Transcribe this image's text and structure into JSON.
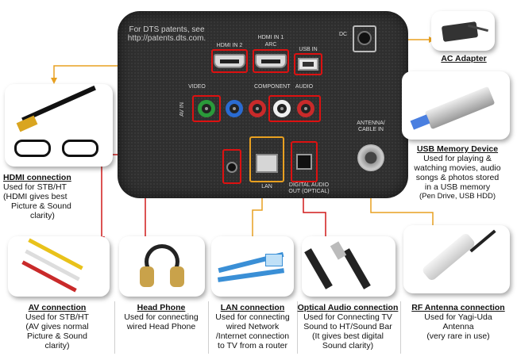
{
  "panel": {
    "dts_text_1": "For DTS patents, see",
    "dts_text_2": "http://patents.dts.com.",
    "hdmi2_label": "HDMI IN 2",
    "hdmi1_label": "HDMI IN 1",
    "hdmi1_sub": "ARC",
    "usb_label": "USB IN",
    "video_label": "VIDEO",
    "audio_label": "AUDIO",
    "component_label": "COMPONENT",
    "av_label": "AV IN",
    "lan_label": "LAN",
    "optical_label": "DIGITAL AUDIO OUT (OPTICAL)",
    "antenna_label": "ANTENNA/ CABLE IN",
    "dc_label": "DC"
  },
  "connections": {
    "ac": {
      "title": "AC Adapter"
    },
    "usb": {
      "title": "USB Memory Device",
      "lines": [
        "Used for playing &",
        "watching movies, audio",
        "songs & photos stored",
        "in a USB memory",
        "(Pen Drive, USB HDD)"
      ]
    },
    "hdmi": {
      "title": "HDMI connection",
      "lines": [
        "Used for STB/HT",
        "(HDMI gives best",
        "Picture & Sound",
        "clarity)"
      ]
    },
    "av": {
      "title": "AV connection",
      "lines": [
        "Used for STB/HT",
        "(AV gives normal",
        "Picture & Sound",
        "clarity)"
      ]
    },
    "headphone": {
      "title": "Head Phone",
      "lines": [
        "Used for connecting",
        "wired Head Phone"
      ]
    },
    "lan": {
      "title": "LAN connection",
      "lines": [
        "Used for connecting",
        "wired Network",
        "/Internet  connection",
        "to TV from a router"
      ]
    },
    "optical": {
      "title": "Optical Audio connection",
      "lines": [
        "Used for Connecting TV",
        "Sound to HT/Sound  Bar",
        "(It gives best digital",
        "Sound clarity)"
      ]
    },
    "rf": {
      "title": "RF Antenna connection",
      "lines": [
        "Used for Yagi-Uda",
        "Antenna",
        "(very rare in use)"
      ]
    }
  },
  "colors": {
    "orange_line": "#e8a020",
    "red_line": "#d11a1a",
    "panel": "#2f2f2f"
  }
}
